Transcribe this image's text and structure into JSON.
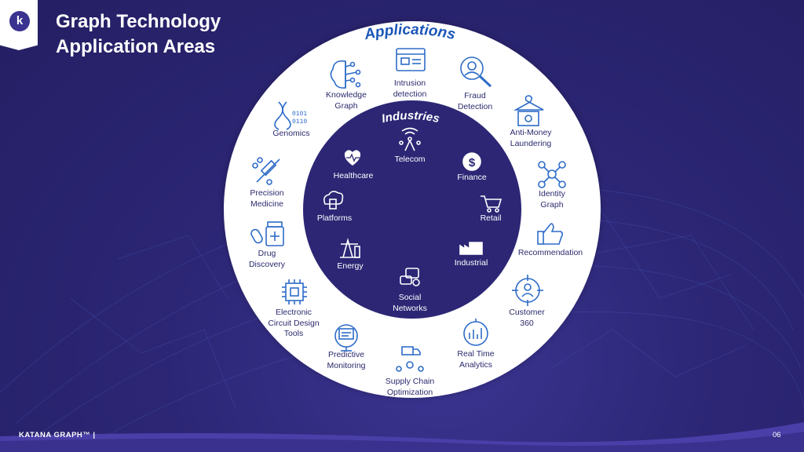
{
  "slide": {
    "title": "Graph Technology\nApplication Areas",
    "brand": "KATANA GRAPH™ |",
    "page_number": "06",
    "logo_letter": "k"
  },
  "colors": {
    "background": "#2a2470",
    "inner_circle": "#2c2675",
    "ring": "#ffffff",
    "app_text": "#2b2a6e",
    "accent": "#1a56b8"
  },
  "applications": {
    "heading": "Applications",
    "items": [
      {
        "label": "Intrusion\ndetection",
        "icon": "dashboard-screen-icon"
      },
      {
        "label": "Fraud\nDetection",
        "icon": "magnifier-person-icon"
      },
      {
        "label": "Anti-Money\nLaundering",
        "icon": "hanger-money-icon"
      },
      {
        "label": "Identity\nGraph",
        "icon": "network-graph-icon"
      },
      {
        "label": "Recommendation",
        "icon": "thumbs-up-icon"
      },
      {
        "label": "Customer\n360",
        "icon": "target-user-icon"
      },
      {
        "label": "Real Time\nAnalytics",
        "icon": "stopwatch-chart-icon"
      },
      {
        "label": "Supply Chain\nOptimization",
        "icon": "truck-cycle-icon"
      },
      {
        "label": "Predictive\nMonitoring",
        "icon": "monitor-device-icon"
      },
      {
        "label": "Electronic\nCircuit Design\nTools",
        "icon": "chip-icon"
      },
      {
        "label": "Drug\nDiscovery",
        "icon": "pill-bottle-icon"
      },
      {
        "label": "Precision\nMedicine",
        "icon": "syringe-pills-icon"
      },
      {
        "label": "Genomics",
        "icon": "dna-binary-icon"
      },
      {
        "label": "Knowledge\nGraph",
        "icon": "brain-icon"
      }
    ]
  },
  "industries": {
    "heading": "Industries",
    "items": [
      {
        "label": "Telecom",
        "icon": "antenna-icon"
      },
      {
        "label": "Finance",
        "icon": "dollar-coin-icon"
      },
      {
        "label": "Retail",
        "icon": "shopping-cart-icon"
      },
      {
        "label": "Industrial",
        "icon": "factory-icon"
      },
      {
        "label": "Social\nNetworks",
        "icon": "social-chat-icon"
      },
      {
        "label": "Energy",
        "icon": "oil-pump-icon"
      },
      {
        "label": "Platforms",
        "icon": "cloud-server-icon"
      },
      {
        "label": "Healthcare",
        "icon": "heartbeat-icon"
      }
    ]
  }
}
